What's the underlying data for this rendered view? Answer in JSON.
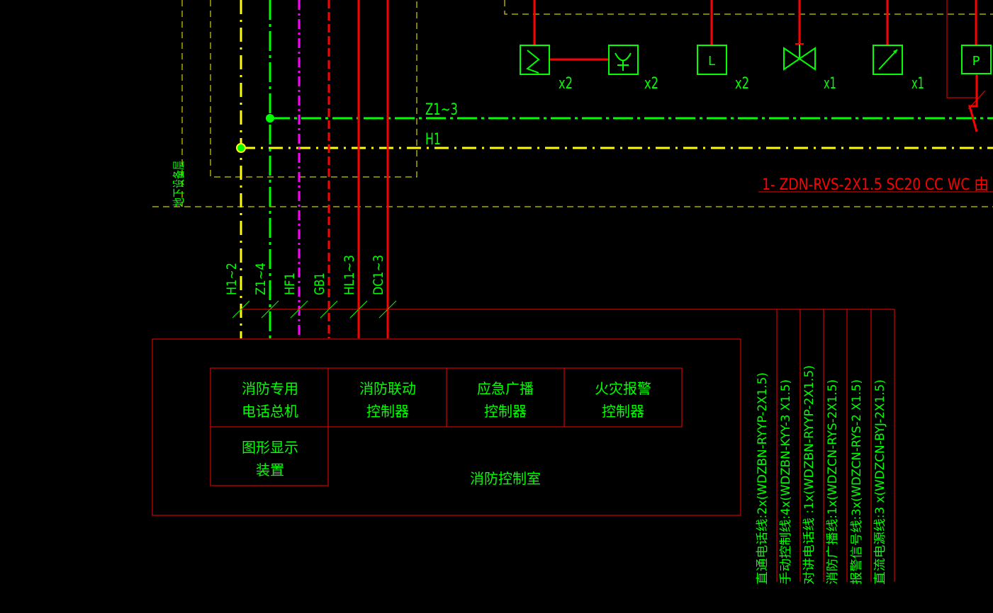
{
  "colors": {
    "background": "#000000",
    "green": "#00ff00",
    "yellow": "#ffff00",
    "red": "#ff0000",
    "magenta": "#ff00ff"
  },
  "trunk_labels": {
    "z1": "Z1~3",
    "h1": "H1"
  },
  "cable_spec": "1- ZDN-RVS-2X1.5 SC20 CC WC 由",
  "basement_label": "地下设备层",
  "devices": [
    {
      "symbol": "S",
      "count": "x2",
      "icon": "signal-valve-icon"
    },
    {
      "symbol": "Ⴤ",
      "count": "x2",
      "icon": "sprinkler-icon"
    },
    {
      "symbol": "L",
      "count": "x2",
      "icon": "level-icon"
    },
    {
      "symbol": "",
      "count": "x1",
      "icon": "valve-icon"
    },
    {
      "symbol": "",
      "count": "x1",
      "icon": "gauge-icon"
    },
    {
      "symbol": "P",
      "count": "",
      "icon": "pressure-switch-icon"
    }
  ],
  "riser_labels": [
    "H1~2",
    "Z1~4",
    "HF1",
    "GB1",
    "HL1~3",
    "DC1~3"
  ],
  "control_room": {
    "cells": [
      {
        "line1": "消防专用",
        "line2": "电话总机"
      },
      {
        "line1": "消防联动",
        "line2": "控制器"
      },
      {
        "line1": "应急广播",
        "line2": "控制器"
      },
      {
        "line1": "火灾报警",
        "line2": "控制器"
      },
      {
        "line1": "图形显示",
        "line2": "装置"
      }
    ],
    "name": "消防控制室"
  },
  "cable_legend": [
    "直通电话线:2x(WDZBN-RYYP-2X1.5)",
    "手动控制线:4x(WDZBN-KYY-3 X1.5)",
    "对讲电话线 :1x(WDZBN-RYYP-2X1.5)",
    "消防广播线:1x(WDZCN-RYS-2X1.5)",
    "报警信号线:3x(WDZCN-RYS-2 X1.5)",
    "直流电源线:3 x(WDZCN-BYJ-2X1.5)"
  ]
}
